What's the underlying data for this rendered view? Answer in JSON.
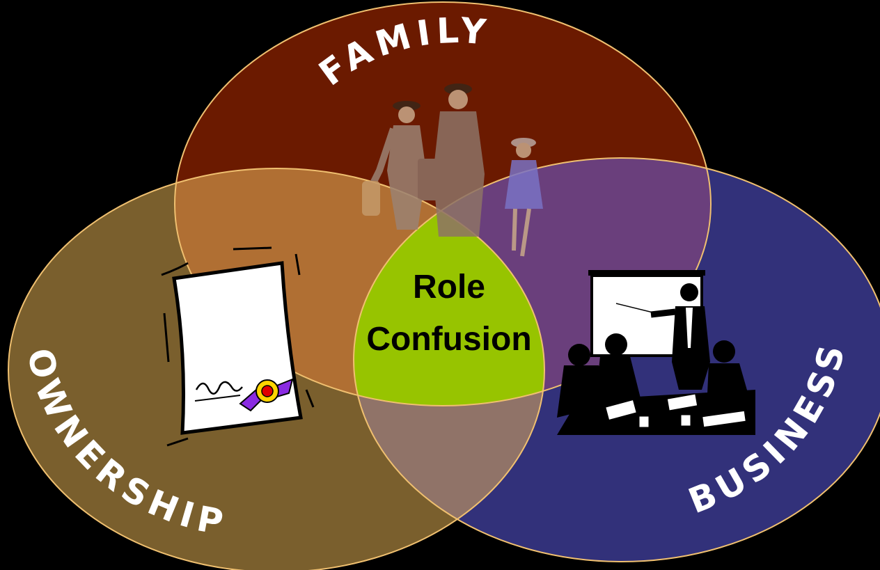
{
  "diagram": {
    "circles": [
      {
        "id": "family",
        "label": "FAMILY",
        "color": "#6b1a00"
      },
      {
        "id": "ownership",
        "label": "OWNERSHIP",
        "color": "#7a5f2d"
      },
      {
        "id": "business",
        "label": "BUSINESS",
        "color": "#32317a"
      }
    ],
    "overlap_colors": {
      "family_ownership": "#b06f33",
      "family_business": "#6a3f7c",
      "ownership_business": "#907368",
      "center": "#97c400"
    },
    "outline_color": "#f0c070",
    "center": {
      "line1": "Role",
      "line2": "Confusion"
    },
    "icons": {
      "family": "family-walking-icon",
      "ownership": "signed-certificate-icon",
      "business": "business-meeting-icon"
    }
  }
}
